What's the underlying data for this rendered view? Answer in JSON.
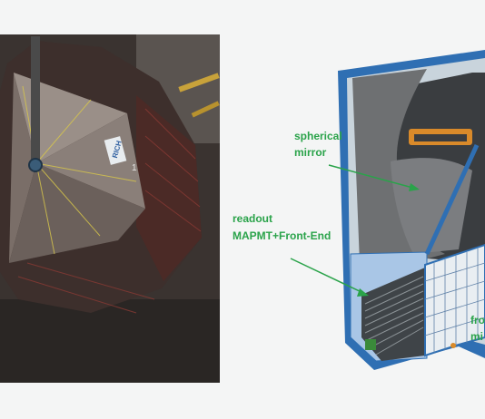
{
  "labels": {
    "rich_logo": "RICH",
    "sector_number": "1",
    "spherical_mirror_line1": "spherical",
    "spherical_mirror_line2": "mirror",
    "readout_line1": "readout",
    "readout_line2": "MAPMT+Front-End",
    "front_mirror_line1": "fro",
    "front_mirror_line2": "mi"
  },
  "colors": {
    "label_green": "#2aa34a",
    "frame_blue": "#2f6fb3",
    "mirror_gray": "#6e7072",
    "photo_dark": "#2b2422"
  }
}
